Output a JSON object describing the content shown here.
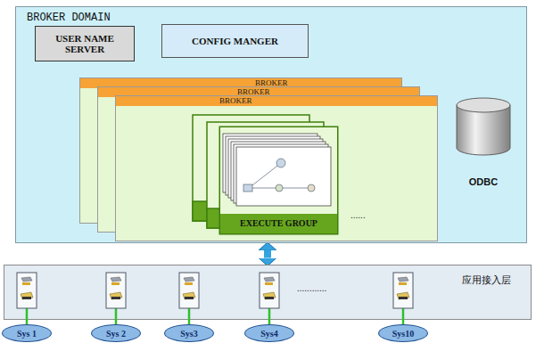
{
  "diagram": {
    "nodes": [
      {
        "text": [
          "BROKER DOMAIN"
        ]
      },
      {
        "text": [
          "USER NAME SERVER"
        ],
        "in": 0
      },
      {
        "text": [
          "CONFIG MANGER"
        ],
        "in": 0
      },
      {
        "text": [
          "BROKER"
        ],
        "in": 0
      },
      {
        "text": [
          "BROKER"
        ],
        "in": 0
      },
      {
        "text": [
          "BROKER"
        ],
        "in": 0
      },
      {
        "text": [
          "EXECUTE GROUP"
        ],
        "in": 5
      },
      {
        "text": [
          "ODBC"
        ],
        "in": 0
      },
      {
        "text": [
          "应用接入层"
        ]
      },
      {
        "text": [
          "Sys 1"
        ]
      },
      {
        "text": [
          "Sys 2"
        ]
      },
      {
        "text": [
          "Sys3"
        ]
      },
      {
        "text": [
          "Sys4"
        ]
      },
      {
        "text": [
          "Sys10"
        ]
      }
    ],
    "edges": [
      {
        "from": 2,
        "to": 3,
        "arrow": "none"
      },
      {
        "from": 2,
        "to": 4,
        "arrow": "none"
      },
      {
        "from": 2,
        "to": 5,
        "arrow": "none"
      },
      {
        "from": 5,
        "to": 7,
        "arrow": "none"
      },
      {
        "from": 0,
        "to": 8,
        "arrow": "both"
      }
    ],
    "labels": [
      "......",
      "............"
    ]
  }
}
